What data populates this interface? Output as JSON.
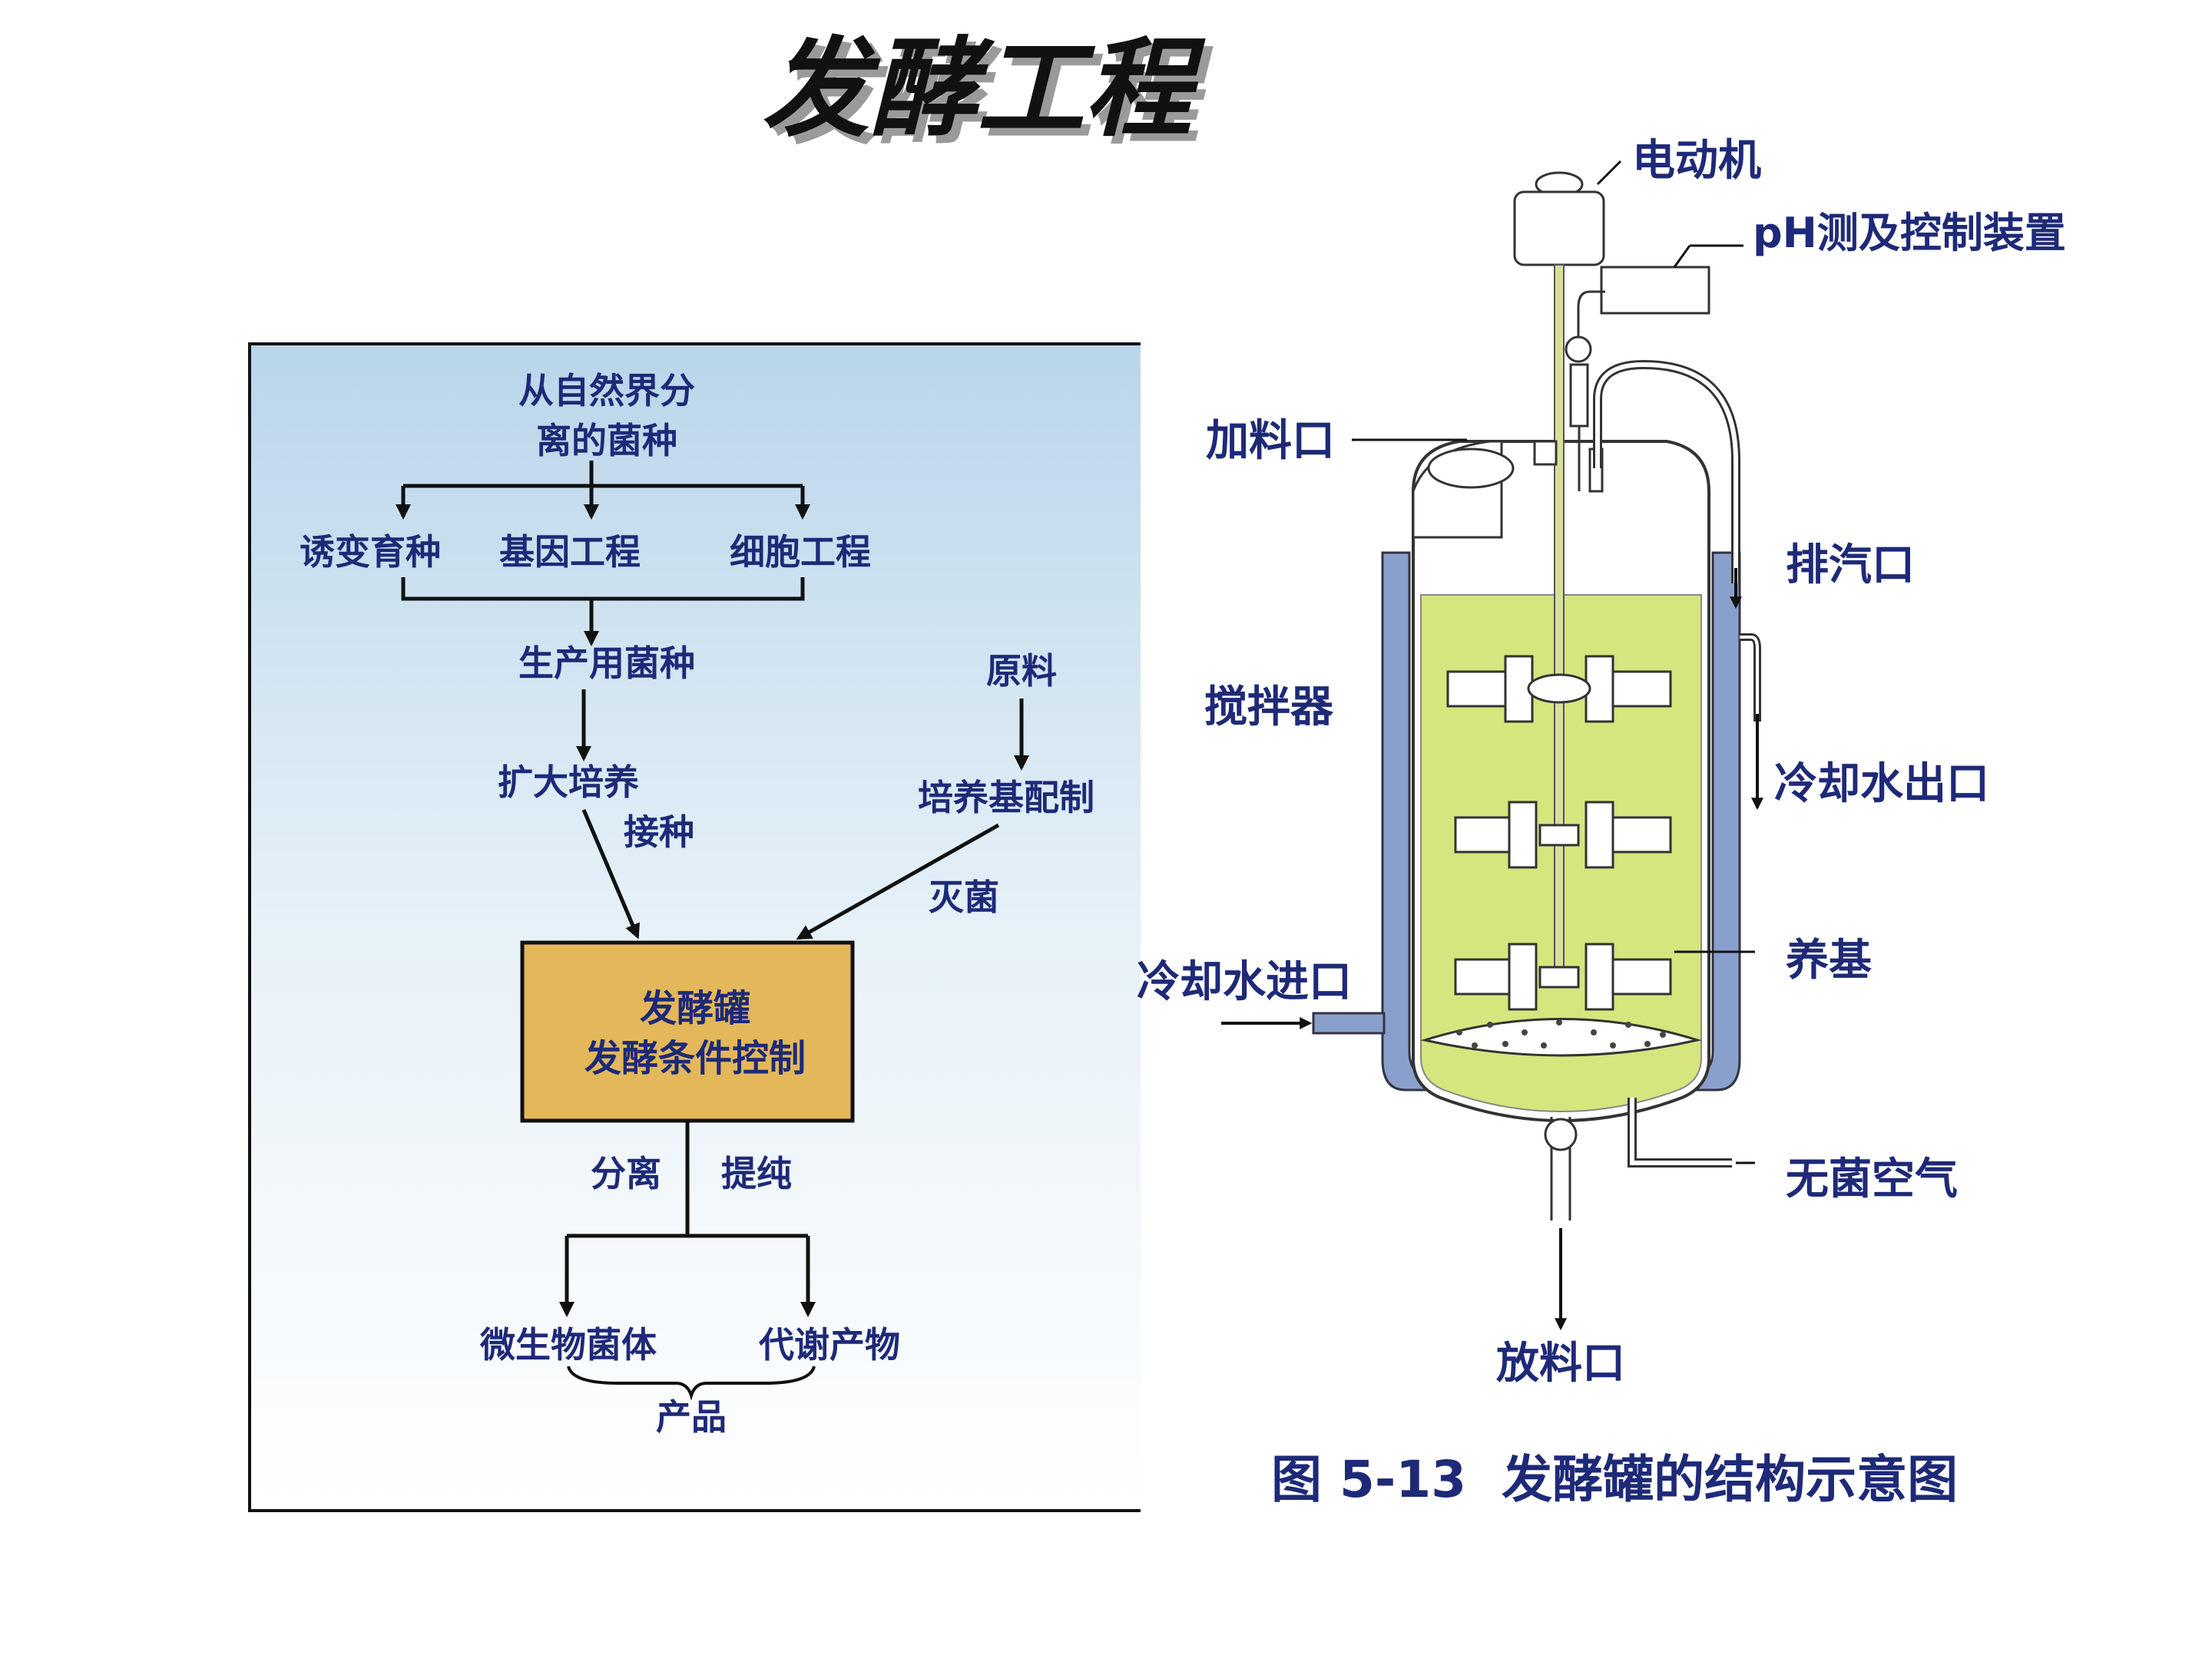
{
  "title": "发酵工程",
  "flowchart": {
    "source_line1": "从自然界分",
    "source_line2": "离的菌种",
    "method_mutation": "诱变育种",
    "method_gene": "基因工程",
    "method_cell": "细胞工程",
    "production_strain": "生产用菌种",
    "raw_material": "原料",
    "expand_culture": "扩大培养",
    "inoculate": "接种",
    "medium_prep": "培养基配制",
    "sterilize": "灭菌",
    "fermenter_line1": "发酵罐",
    "fermenter_line2": "发酵条件控制",
    "separate": "分离",
    "purify": "提纯",
    "output_cells": "微生物菌体",
    "output_metabolites": "代谢产物",
    "product": "产品"
  },
  "tank": {
    "motor": "电动机",
    "ph_control": "pH测及控制装置",
    "feed_port": "加料口",
    "exhaust": "排汽口",
    "agitator": "搅拌器",
    "cooling_out": "冷却水出口",
    "medium": "养基",
    "cooling_in": "冷却水进口",
    "sterile_air": "无菌空气",
    "discharge": "放料口",
    "caption": "图 5-13  发酵罐的结构示意图"
  },
  "colors": {
    "flow_text": "#1e2a78",
    "fermenter_box": "#e3b75a",
    "jacket": "#8aa0cc",
    "medium_fill": "#d6e57e",
    "panel_top": "#bcd7ea"
  }
}
